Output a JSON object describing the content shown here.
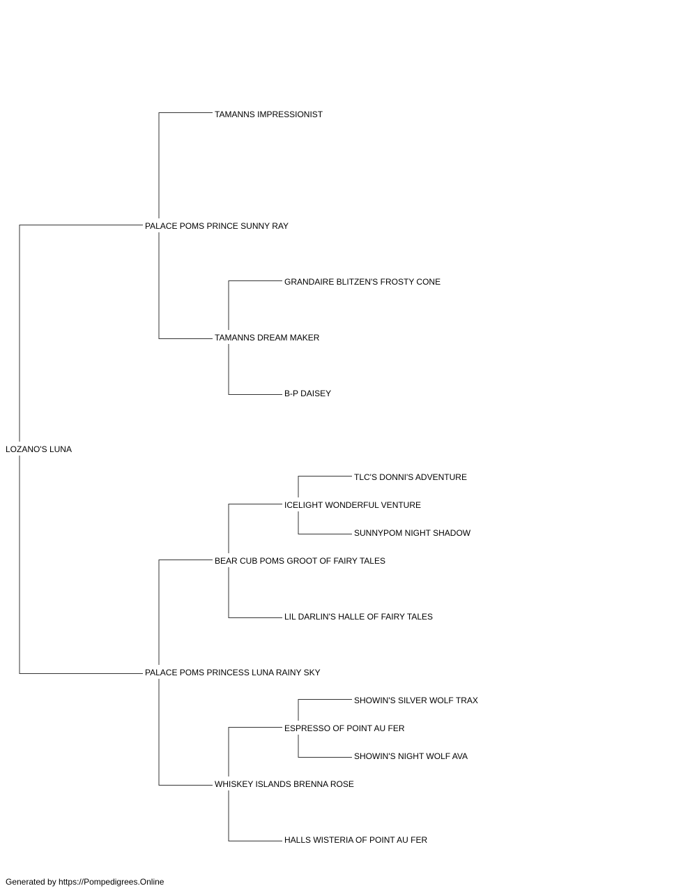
{
  "pedigree": {
    "subject": "LOZANO'S LUNA",
    "sire": {
      "name": "PALACE POMS PRINCE SUNNY RAY",
      "sire": {
        "name": "TAMANNS IMPRESSIONIST"
      },
      "dam": {
        "name": "TAMANNS DREAM MAKER",
        "sire": {
          "name": "GRANDAIRE BLITZEN'S FROSTY CONE"
        },
        "dam": {
          "name": "B-P DAISEY"
        }
      }
    },
    "dam": {
      "name": "PALACE POMS PRINCESS LUNA RAINY SKY",
      "sire": {
        "name": "BEAR CUB POMS GROOT OF FAIRY TALES",
        "sire": {
          "name": "ICELIGHT WONDERFUL VENTURE",
          "sire": {
            "name": "TLC'S DONNI'S ADVENTURE"
          },
          "dam": {
            "name": "SUNNYPOM NIGHT SHADOW"
          }
        },
        "dam": {
          "name": "LIL DARLIN'S HALLE OF FAIRY TALES"
        }
      },
      "dam": {
        "name": "WHISKEY ISLANDS BRENNA ROSE",
        "sire": {
          "name": "ESPRESSO OF POINT AU FER",
          "sire": {
            "name": "SHOWIN'S SILVER WOLF TRAX"
          },
          "dam": {
            "name": "SHOWIN'S NIGHT WOLF AVA"
          }
        },
        "dam": {
          "name": "HALLS WISTERIA OF POINT AU FER"
        }
      }
    }
  },
  "footer": "Generated by https://Pompedigrees.Online",
  "colors": {
    "line": "#333333",
    "text": "#000000",
    "background": "#ffffff"
  }
}
